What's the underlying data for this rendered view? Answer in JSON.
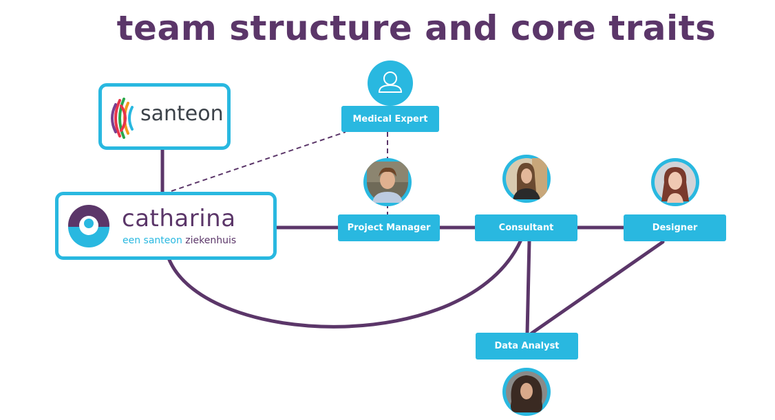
{
  "title": "team structure and core traits",
  "colors": {
    "accent": "#29b8e0",
    "purple": "#5b3669",
    "white": "#ffffff"
  },
  "organizations": {
    "santeon": {
      "name": "santeon"
    },
    "catharina": {
      "name": "catharina",
      "tagline_part1": "een santeon",
      "tagline_part2": "ziekenhuis"
    }
  },
  "roles": {
    "medical_expert": {
      "label": "Medical Expert",
      "avatar": "person-placeholder-icon"
    },
    "project_manager": {
      "label": "Project Manager",
      "avatar": "photo"
    },
    "consultant": {
      "label": "Consultant",
      "avatar": "photo"
    },
    "designer": {
      "label": "Designer",
      "avatar": "photo"
    },
    "data_analyst": {
      "label": "Data Analyst",
      "avatar": "photo"
    }
  },
  "links": [
    {
      "from": "santeon",
      "to": "catharina",
      "style": "solid"
    },
    {
      "from": "catharina",
      "to": "medical_expert",
      "style": "dashed"
    },
    {
      "from": "medical_expert",
      "to": "project_manager",
      "style": "dashed"
    },
    {
      "from": "catharina",
      "to": "project_manager",
      "style": "solid"
    },
    {
      "from": "project_manager",
      "to": "consultant",
      "style": "solid"
    },
    {
      "from": "consultant",
      "to": "designer",
      "style": "solid"
    },
    {
      "from": "catharina",
      "to": "consultant",
      "style": "solid"
    },
    {
      "from": "consultant",
      "to": "data_analyst",
      "style": "solid"
    },
    {
      "from": "designer",
      "to": "data_analyst",
      "style": "solid"
    }
  ]
}
